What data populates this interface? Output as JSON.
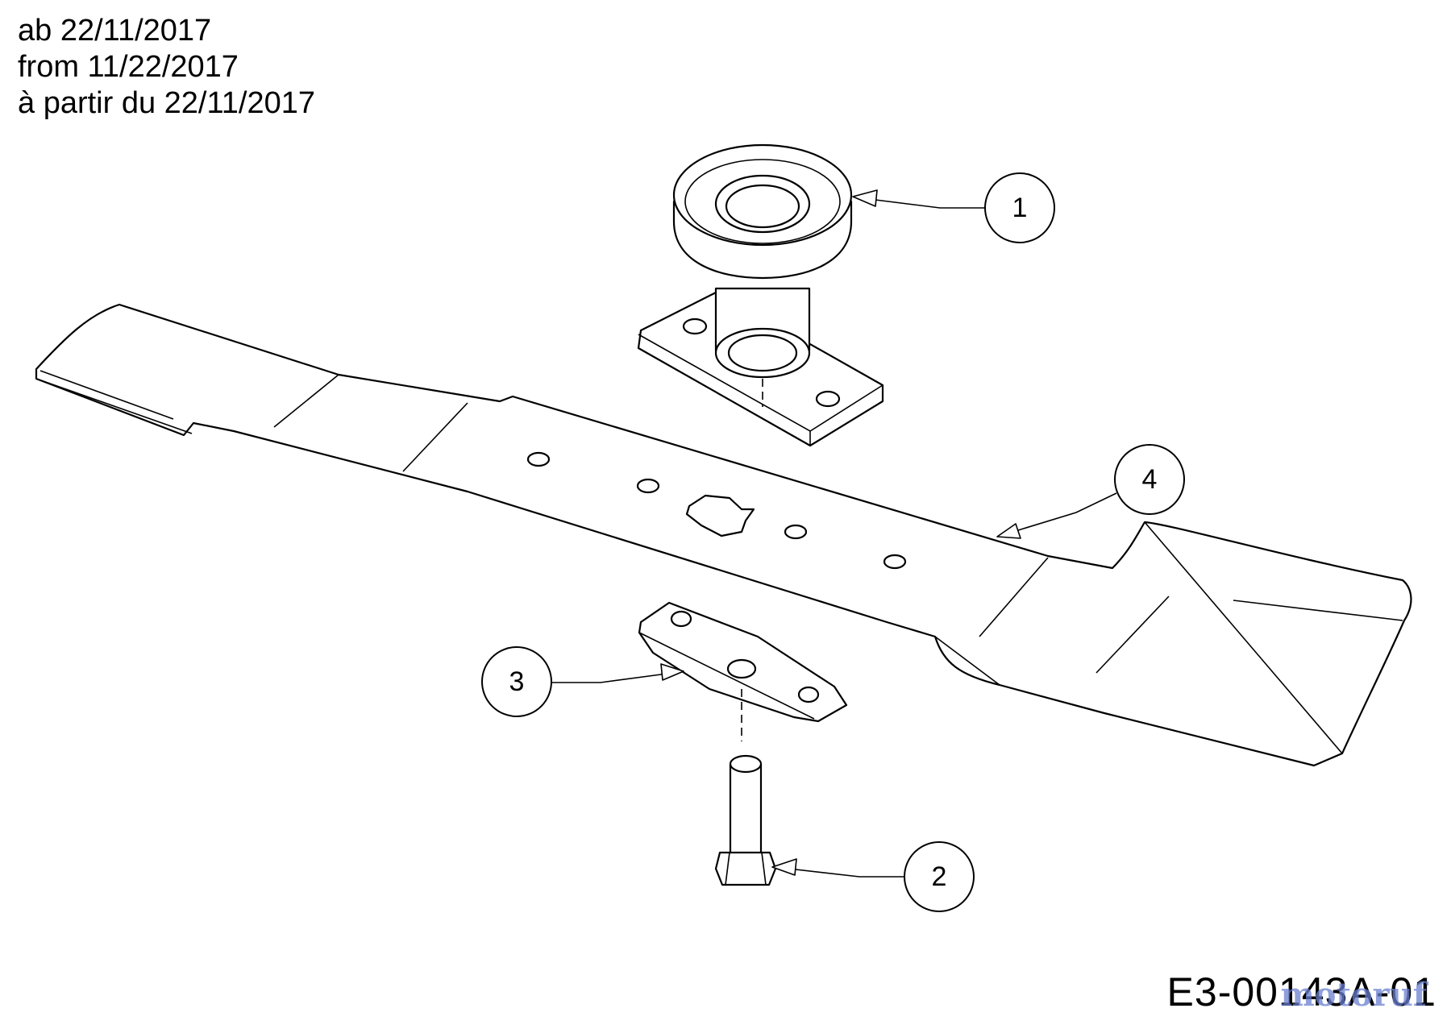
{
  "header": {
    "lines": [
      "ab 22/11/2017",
      "from 11/22/2017",
      "à partir du 22/11/2017"
    ]
  },
  "callouts": [
    {
      "label": "1",
      "part": "pulley-hub"
    },
    {
      "label": "2",
      "part": "blade-bolt"
    },
    {
      "label": "3",
      "part": "blade-stiffener"
    },
    {
      "label": "4",
      "part": "mower-blade"
    }
  ],
  "drawing_number": "E3-00143A-01",
  "watermark": "motoruf"
}
